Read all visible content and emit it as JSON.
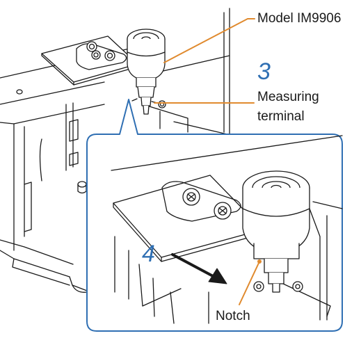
{
  "labels": {
    "model": "Model IM9906",
    "measuring_terminal_line1": "Measuring",
    "measuring_terminal_line2": "terminal",
    "notch": "Notch"
  },
  "steps": {
    "step3": "3",
    "step4": "4"
  },
  "colors": {
    "callout_line": "#e08a2e",
    "step_number": "#2f6fb3",
    "detail_frame": "#2f6fb3",
    "arrow": "#1a1a1a",
    "drawing": "#1a1a1a"
  }
}
